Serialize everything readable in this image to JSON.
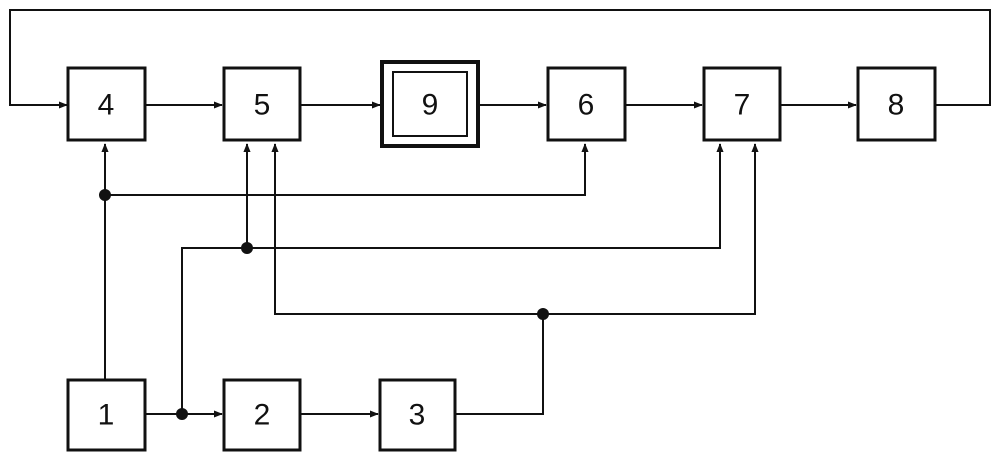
{
  "diagram": {
    "type": "block-diagram",
    "blocks": [
      {
        "id": "4",
        "label": "4"
      },
      {
        "id": "5",
        "label": "5"
      },
      {
        "id": "9",
        "label": "9",
        "style": "double-border"
      },
      {
        "id": "6",
        "label": "6"
      },
      {
        "id": "7",
        "label": "7"
      },
      {
        "id": "8",
        "label": "8"
      },
      {
        "id": "1",
        "label": "1"
      },
      {
        "id": "2",
        "label": "2"
      },
      {
        "id": "3",
        "label": "3"
      }
    ],
    "connections": [
      {
        "from": "4",
        "to": "5"
      },
      {
        "from": "5",
        "to": "9"
      },
      {
        "from": "9",
        "to": "6"
      },
      {
        "from": "6",
        "to": "7"
      },
      {
        "from": "7",
        "to": "8"
      },
      {
        "from": "8",
        "to": "4",
        "note": "feedback loop over top"
      },
      {
        "from": "1",
        "to": "4"
      },
      {
        "from": "1",
        "to": "6"
      },
      {
        "from": "1",
        "to": "2"
      },
      {
        "from": "1",
        "to": "5"
      },
      {
        "from": "1",
        "to": "7"
      },
      {
        "from": "2",
        "to": "3"
      },
      {
        "from": "3",
        "to": "5"
      },
      {
        "from": "3",
        "to": "7"
      }
    ],
    "colors": {
      "line": "#111111",
      "background": "#ffffff"
    }
  }
}
